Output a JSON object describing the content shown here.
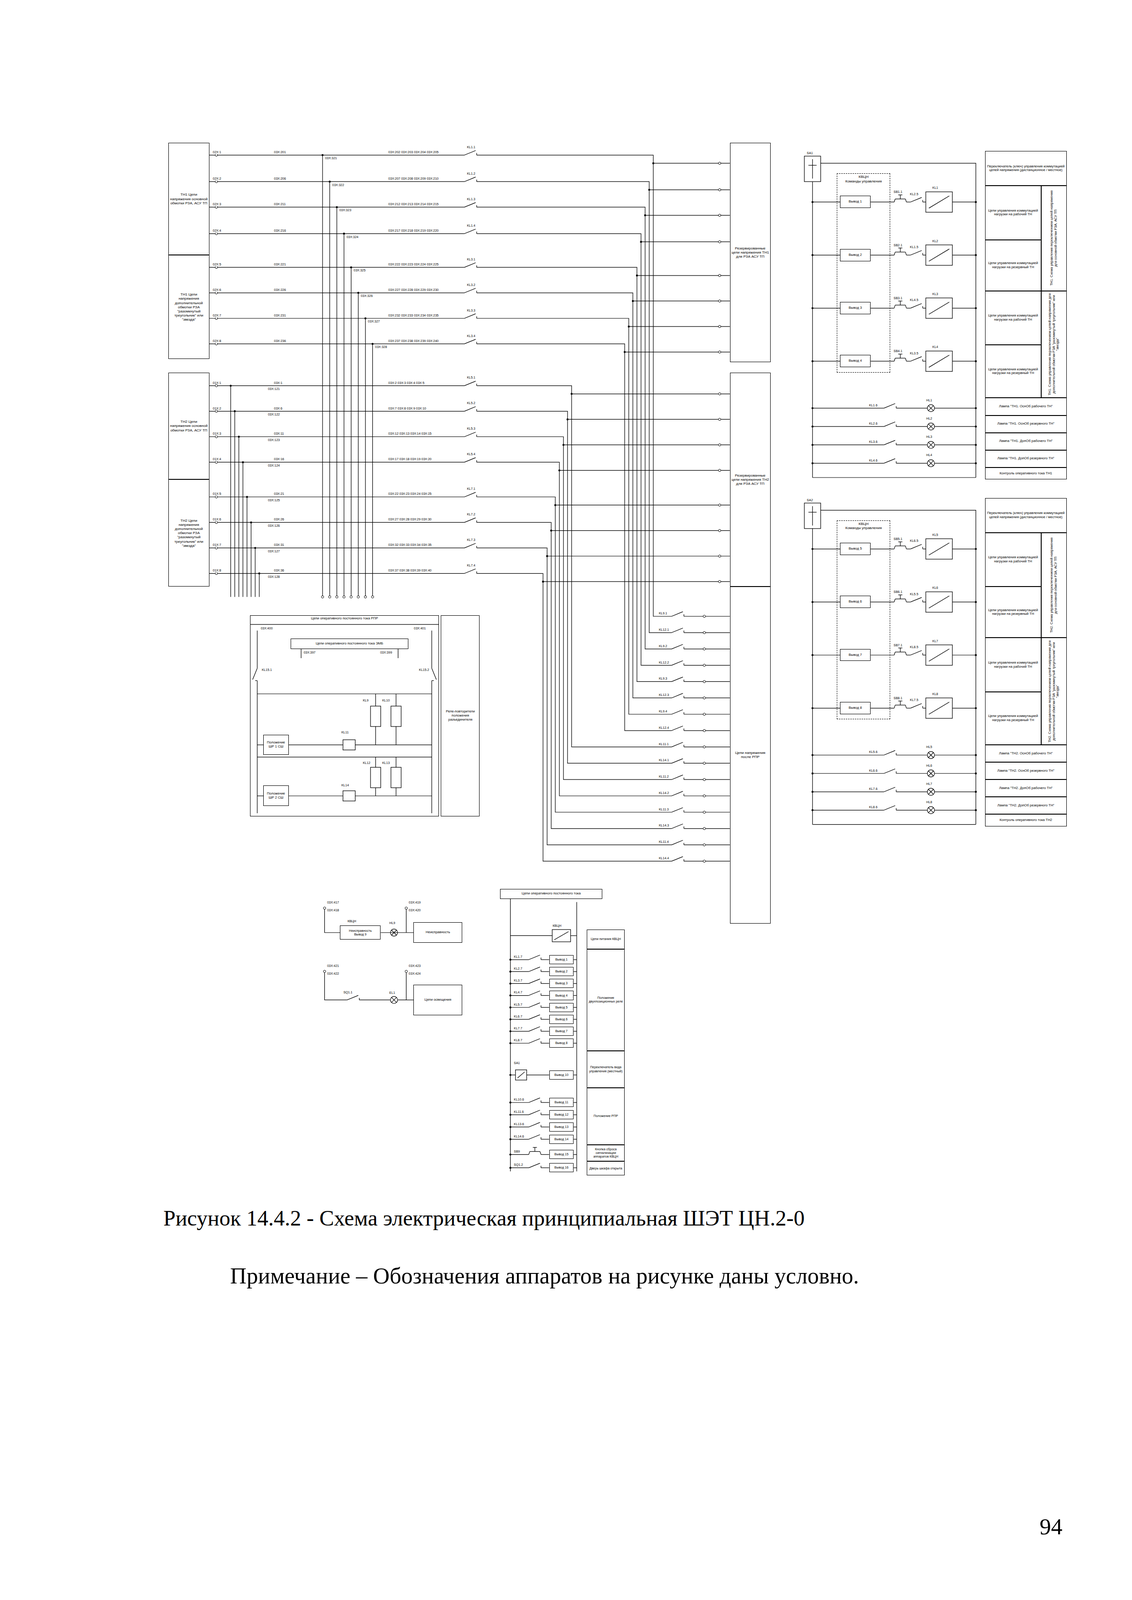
{
  "diagram": {
    "caption": "Рисунок 14.4.2 - Схема электрическая принципиальная ШЭТ ЦН.2-0",
    "nodes": [
      {
        "text": [
          "ТН1 Цепи напряжения основной обмотки РЗА, АСУ ТП"
        ]
      },
      {
        "text": [
          "ТН1 Цепи напряжения дополнительной обмотки РЗА \"разомкнутый треугольник\" или \"звезда\""
        ]
      },
      {
        "text": [
          "ТН2 Цепи напряжения основной обмотки РЗА, АСУ ТП"
        ]
      },
      {
        "text": [
          "ТН2 Цепи напряжения дополнительной обмотки РЗА \"разомкнутый треугольник\" или \"звезда\""
        ]
      },
      {
        "text": [
          "Резервированные цепи напряжения ТН1 для РЗА АСУ ТП"
        ]
      },
      {
        "text": [
          "Резервированные цепи напряжения ТН2 для РЗА АСУ ТП"
        ]
      },
      {
        "text": [
          "Цепи напряжения после РПР"
        ]
      },
      {
        "text": [
          "Цепи оперативного постоянного тока РПР"
        ]
      },
      {
        "text": [
          "Цепи оперативного постоянного тока ЭМБ"
        ],
        "in": 7
      },
      {
        "text": [
          "Положение ШР 1 СШ"
        ],
        "in": 7
      },
      {
        "text": [
          "Положение ШР 2 СШ"
        ],
        "in": 7
      },
      {
        "text": [
          "Реле-повторители положения разъединителя"
        ]
      },
      {
        "text": [
          "Переключатель (ключ) управления коммутацией цепей напряжения (дистанционное / местное)"
        ]
      },
      {
        "text": [
          "Цепи управления коммутацией нагрузки на рабочий ТН"
        ]
      },
      {
        "text": [
          "Цепи управления коммутацией нагрузки на резервный ТН"
        ]
      },
      {
        "text": [
          "Цепи управления коммутацией нагрузки на рабочий ТН"
        ]
      },
      {
        "text": [
          "Цепи управления коммутацией нагрузки на резервный ТН"
        ]
      },
      {
        "text": [
          "ТН1. Схема управления переключением цепей напряжения для основной обмотки РЗА, АСУ ТП"
        ]
      },
      {
        "text": [
          "ТН1. Схема управления переключением цепей напряжения для дополнительной обмотки РЗА \"разомкнутый треугольник\" или \"звезда\""
        ]
      },
      {
        "text": [
          "Лампа \"ТН1. ОснОб рабочего ТН\""
        ]
      },
      {
        "text": [
          "Лампа \"ТН1. ОснОб резервного ТН\""
        ]
      },
      {
        "text": [
          "Лампа \"ТН1. ДопОб рабочего ТН\""
        ]
      },
      {
        "text": [
          "Лампа \"ТН1. ДопОб резервного ТН\""
        ]
      },
      {
        "text": [
          "Контроль оперативного тока ТН1"
        ]
      },
      {
        "text": [
          "КВЦН",
          "Команды управления"
        ]
      },
      {
        "text": [
          "Вывод 1"
        ],
        "in": 24
      },
      {
        "text": [
          "Вывод 2"
        ],
        "in": 24
      },
      {
        "text": [
          "Вывод 3"
        ],
        "in": 24
      },
      {
        "text": [
          "Вывод 4"
        ],
        "in": 24
      },
      {
        "text": [
          "Переключатель (ключ) управления коммутацией цепей напряжения (дистанционное / местное)"
        ]
      },
      {
        "text": [
          "Цепи управления коммутацией нагрузки на рабочий ТН"
        ]
      },
      {
        "text": [
          "Цепи управления коммутацией нагрузки на резервный ТН"
        ]
      },
      {
        "text": [
          "Цепи управления коммутацией нагрузки на рабочий ТН"
        ]
      },
      {
        "text": [
          "Цепи управления коммутацией нагрузки на резервный ТН"
        ]
      },
      {
        "text": [
          "ТН2. Схема управления переключением цепей напряжения для основной обмотки РЗА, АСУ ТП"
        ]
      },
      {
        "text": [
          "ТН2. Схема управления переключением цепей напряжения для дополнительной обмотки РЗА \"разомкнутый треугольник\" или \"звезда\""
        ]
      },
      {
        "text": [
          "Лампа \"ТН2. ОснОб рабочего ТН\""
        ]
      },
      {
        "text": [
          "Лампа \"ТН2. ОснОб резервного ТН\""
        ]
      },
      {
        "text": [
          "Лампа \"ТН2. ДопОб рабочего ТН\""
        ]
      },
      {
        "text": [
          "Лампа \"ТН2. ДопОб резервного ТН\""
        ]
      },
      {
        "text": [
          "Контроль оперативного тока ТН2"
        ]
      },
      {
        "text": [
          "КВЦН",
          "Команды управления"
        ]
      },
      {
        "text": [
          "Вывод 5"
        ],
        "in": 41
      },
      {
        "text": [
          "Вывод 6"
        ],
        "in": 41
      },
      {
        "text": [
          "Вывод 7"
        ],
        "in": 41
      },
      {
        "text": [
          "Вывод 8"
        ],
        "in": 41
      },
      {
        "text": [
          "Неисправность"
        ]
      },
      {
        "text": [
          "Неисправность",
          "Вывод 9"
        ]
      },
      {
        "text": [
          "Цепи освещения"
        ]
      },
      {
        "text": [
          "Цепи оперативного постоянного тока"
        ]
      },
      {
        "text": [
          "Вывод 1"
        ]
      },
      {
        "text": [
          "Вывод 2"
        ]
      },
      {
        "text": [
          "Вывод 3"
        ]
      },
      {
        "text": [
          "Вывод 4"
        ]
      },
      {
        "text": [
          "Вывод 5"
        ]
      },
      {
        "text": [
          "Вывод 6"
        ]
      },
      {
        "text": [
          "Вывод 7"
        ]
      },
      {
        "text": [
          "Вывод 8"
        ]
      },
      {
        "text": [
          "Вывод 10"
        ]
      },
      {
        "text": [
          "Вывод 11"
        ]
      },
      {
        "text": [
          "Вывод 12"
        ]
      },
      {
        "text": [
          "Вывод 13"
        ]
      },
      {
        "text": [
          "Вывод 14"
        ]
      },
      {
        "text": [
          "Вывод 15"
        ]
      },
      {
        "text": [
          "Вывод 16"
        ]
      },
      {
        "text": [
          "Цепи питания КВЦН"
        ]
      },
      {
        "text": [
          "Положение двухпозиционных реле"
        ]
      },
      {
        "text": [
          "Переключатель вида управления (местный)"
        ]
      },
      {
        "text": [
          "Положение РПР"
        ]
      },
      {
        "text": [
          "Кнопка сброса сигнализации аппаратов КВЦН"
        ]
      },
      {
        "text": [
          "Дверь шкафа открыта"
        ]
      }
    ],
    "edges": [
      {
        "from": 47,
        "to": 46,
        "arrow": "none"
      }
    ],
    "labels": [
      "02X:1",
      "02X:2",
      "02X:3",
      "02X:4",
      "02X:5",
      "02X:6",
      "02X:7",
      "02X:8",
      "01X:1",
      "01X:2",
      "01X:3",
      "01X:4",
      "01X:5",
      "01X:6",
      "01X:7",
      "01X:8",
      "KL1.1",
      "KL1.2",
      "KL1.3",
      "KL1.4",
      "KL3.1",
      "KL3.2",
      "KL3.3",
      "KL3.4",
      "KL5.1",
      "KL5.2",
      "KL5.3",
      "KL5.4",
      "KL7.1",
      "KL7.2",
      "KL7.3",
      "KL7.4",
      "03X:202 03X:203 03X:204 03X:205",
      "03X:207 03X:208 03X:209 03X:210",
      "03X:212 03X:213 03X:214 03X:215",
      "03X:217 03X:218 03X:219 03X:220",
      "03X:222 03X:223 03X:224 03X:225",
      "03X:227 03X:228 03X:229 03X:230",
      "03X:232 03X:233 03X:234 03X:235",
      "03X:237 03X:238 03X:239 03X:240",
      "03X:2 03X:3 03X:4 03X:5",
      "03X:7 03X:8 03X:9 03X:10",
      "03X:12 03X:13 03X:14 03X:15",
      "03X:17 03X:18 03X:19 03X:20",
      "03X:22 03X:23 03X:24 03X:25",
      "03X:27 03X:28 03X:29 03X:30",
      "03X:32 03X:33 03X:34 03X:35",
      "03X:37 03X:38 03X:39 03X:40",
      "03X:201",
      "03X:206",
      "03X:211",
      "03X:216",
      "03X:221",
      "03X:226",
      "03X:231",
      "03X:236",
      "03X:1",
      "03X:6",
      "03X:11",
      "03X:16",
      "03X:21",
      "03X:26",
      "03X:31",
      "03X:36",
      "03X:321",
      "03X:322",
      "03X:323",
      "03X:324",
      "03X:325",
      "03X:326",
      "03X:327",
      "03X:328",
      "03X:121",
      "03X:122",
      "03X:123",
      "03X:124",
      "03X:125",
      "03X:126",
      "03X:127",
      "03X:128",
      "KL9.1",
      "KL12.1",
      "KL9.2",
      "KL12.2",
      "KL9.3",
      "KL12.3",
      "KL9.4",
      "KL12.4",
      "KL11.1",
      "KL14.1",
      "KL11.2",
      "KL14.2",
      "KL11.3",
      "KL14.3",
      "KL11.4",
      "KL14.4",
      "SA1",
      "SB1.1",
      "SB2.1",
      "SB3.1",
      "SB4.1",
      "KL2.5",
      "KL1.5",
      "KL4.5",
      "KL3.5",
      "KL1",
      "KL2",
      "KL3",
      "KL4",
      "KL1.6",
      "KL2.6",
      "KL3.6",
      "KL4.6",
      "HL1",
      "HL2",
      "HL3",
      "HL4",
      "SA2",
      "SB5.1",
      "SB6.1",
      "SB7.1",
      "SB8.1",
      "KL6.5",
      "KL5.5",
      "KL8.5",
      "KL7.5",
      "KL5",
      "KL6",
      "KL7",
      "KL8",
      "KL5.6",
      "KL6.6",
      "KL7.6",
      "KL8.6",
      "HL5",
      "HL6",
      "HL7",
      "HL8",
      "03X:400",
      "03X:401",
      "03X:397",
      "03X:399",
      "KL15.1",
      "KL15.2",
      "KL9",
      "KL10",
      "KL11",
      "KL12",
      "KL13",
      "KL14",
      "03X:417",
      "03X:418",
      "03X:419",
      "03X:420",
      "КВЦН",
      "HL9",
      "03X:421",
      "03X:422",
      "03X:423",
      "03X:424",
      "SQ1.1",
      "EL1",
      "КВЦН",
      "KL1.7",
      "KL2.7",
      "KL3.7",
      "KL4.7",
      "KL5.7",
      "KL6.7",
      "KL7.7",
      "KL8.7",
      "SA1",
      "KL10.6",
      "KL11.6",
      "KL13.6",
      "KL14.6",
      "SB9",
      "SQ1.2",
      "Примечание – Обозначения аппаратов на рисунке даны условно.",
      "94"
    ]
  }
}
